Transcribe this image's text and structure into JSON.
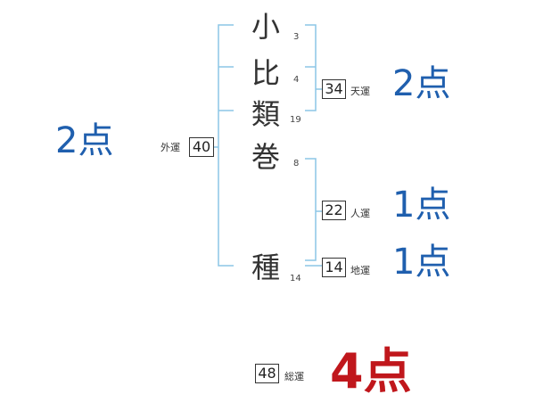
{
  "name_chars": [
    {
      "char": "小",
      "strokes": "3"
    },
    {
      "char": "比",
      "strokes": "4"
    },
    {
      "char": "類",
      "strokes": "19"
    },
    {
      "char": "巻",
      "strokes": "8"
    },
    {
      "char": "種",
      "strokes": "14"
    }
  ],
  "fortunes": {
    "ten": {
      "value": "34",
      "label": "天運",
      "score": "2点"
    },
    "jin": {
      "value": "22",
      "label": "人運",
      "score": "1点"
    },
    "chi": {
      "value": "14",
      "label": "地運",
      "score": "1点"
    },
    "gai": {
      "value": "40",
      "label": "外運",
      "score": "2点"
    },
    "sou": {
      "value": "48",
      "label": "総運",
      "score": "4点"
    }
  },
  "colors": {
    "bracket": "#8cc6e6",
    "score_blue": "#1f5fae",
    "score_red": "#c0171c"
  }
}
